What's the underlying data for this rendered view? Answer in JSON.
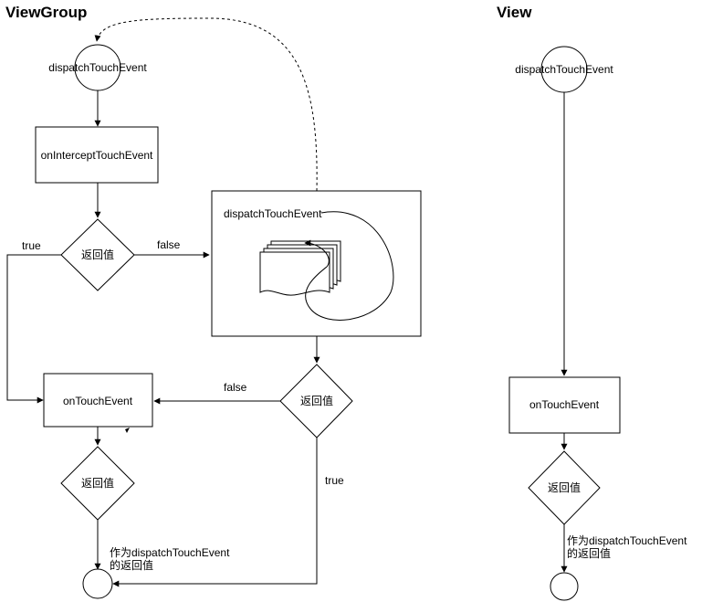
{
  "viewgroup": {
    "title": "ViewGroup",
    "dispatch_label": "dispatchTouchEvent",
    "intercept_label": "onInterceptTouchEvent",
    "decision1_label": "返回值",
    "true_label": "true",
    "false_label": "false",
    "child_box_label": "dispatchTouchEvent",
    "decision2_label": "返回值",
    "false2_label": "false",
    "true2_label": "true",
    "ontouch_label": "onTouchEvent",
    "decision3_label": "返回值",
    "return_note_line1": "作为dispatchTouchEvent",
    "return_note_line2": "的返回值"
  },
  "view": {
    "title": "View",
    "dispatch_label": "dispatchTouchEvent",
    "ontouch_label": "onTouchEvent",
    "decision_label": "返回值",
    "return_note_line1": "作为dispatchTouchEvent",
    "return_note_line2": "的返回值"
  }
}
